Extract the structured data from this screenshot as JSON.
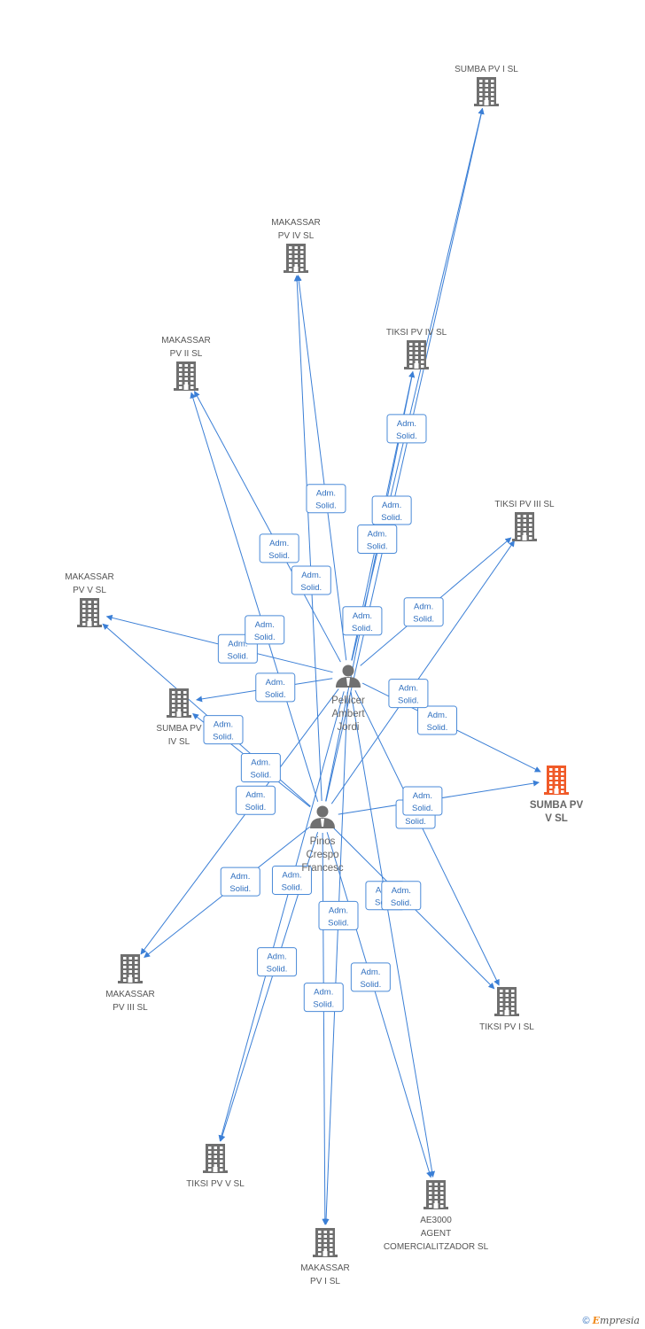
{
  "colors": {
    "edge": "#3b7fd6",
    "label_border": "#4a8ad8",
    "label_text": "#2f6fbf",
    "company_icon": "#6f6f6f",
    "focus_icon": "#f05a28",
    "person_icon": "#707070"
  },
  "edge_label_lines": [
    "Adm.",
    "Solid."
  ],
  "persons": [
    {
      "id": "p1",
      "lines": [
        "Pellicer",
        "Ambert",
        "Jordi"
      ]
    },
    {
      "id": "p2",
      "lines": [
        "Pinos",
        "Crespo",
        "Francesc"
      ]
    }
  ],
  "companies": [
    {
      "id": "sumba1",
      "lines": [
        "SUMBA PV I SL"
      ]
    },
    {
      "id": "mak4",
      "lines": [
        "MAKASSAR",
        "PV IV SL"
      ]
    },
    {
      "id": "mak2",
      "lines": [
        "MAKASSAR",
        "PV II SL"
      ]
    },
    {
      "id": "tiksi4",
      "lines": [
        "TIKSI PV IV SL"
      ]
    },
    {
      "id": "tiksi3",
      "lines": [
        "TIKSI PV III SL"
      ]
    },
    {
      "id": "mak5",
      "lines": [
        "MAKASSAR",
        "PV V SL"
      ]
    },
    {
      "id": "sumba4",
      "lines": [
        "SUMBA PV",
        "IV SL"
      ]
    },
    {
      "id": "sumba5",
      "lines": [
        "SUMBA PV",
        "V SL"
      ],
      "focus": true
    },
    {
      "id": "mak3",
      "lines": [
        "MAKASSAR",
        "PV III SL"
      ]
    },
    {
      "id": "tiksi1",
      "lines": [
        "TIKSI PV I SL"
      ]
    },
    {
      "id": "tiksi5",
      "lines": [
        "TIKSI PV V SL"
      ]
    },
    {
      "id": "ae3000",
      "lines": [
        "AE3000",
        "AGENT",
        "COMERCIALITZADOR SL"
      ]
    },
    {
      "id": "mak1",
      "lines": [
        "MAKASSAR",
        "PV I SL"
      ]
    }
  ],
  "edges": [
    {
      "from": "p1",
      "to": "sumba1"
    },
    {
      "from": "p1",
      "to": "mak4"
    },
    {
      "from": "p1",
      "to": "mak2"
    },
    {
      "from": "p1",
      "to": "tiksi4"
    },
    {
      "from": "p1",
      "to": "tiksi3"
    },
    {
      "from": "p1",
      "to": "mak5"
    },
    {
      "from": "p1",
      "to": "sumba4"
    },
    {
      "from": "p1",
      "to": "sumba5"
    },
    {
      "from": "p1",
      "to": "mak3"
    },
    {
      "from": "p1",
      "to": "tiksi1"
    },
    {
      "from": "p1",
      "to": "tiksi5"
    },
    {
      "from": "p1",
      "to": "ae3000"
    },
    {
      "from": "p1",
      "to": "mak1"
    },
    {
      "from": "p2",
      "to": "sumba1"
    },
    {
      "from": "p2",
      "to": "mak4"
    },
    {
      "from": "p2",
      "to": "mak2"
    },
    {
      "from": "p2",
      "to": "tiksi4"
    },
    {
      "from": "p2",
      "to": "tiksi3"
    },
    {
      "from": "p2",
      "to": "mak5"
    },
    {
      "from": "p2",
      "to": "sumba4"
    },
    {
      "from": "p2",
      "to": "sumba5"
    },
    {
      "from": "p2",
      "to": "mak3"
    },
    {
      "from": "p2",
      "to": "tiksi1"
    },
    {
      "from": "p2",
      "to": "tiksi5"
    },
    {
      "from": "p2",
      "to": "ae3000"
    },
    {
      "from": "p2",
      "to": "mak1"
    }
  ],
  "credit": {
    "symbol": "©",
    "brand_initial": "E",
    "brand_rest": "mpresia"
  }
}
